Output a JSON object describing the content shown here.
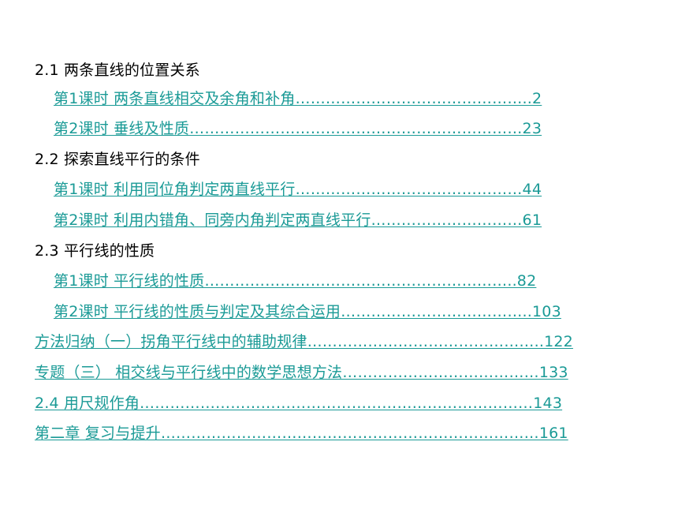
{
  "toc": {
    "lines": [
      {
        "text": "2.1   两条直线的位置关系",
        "type": "section"
      },
      {
        "text": "第1课时   两条直线相交及余角和补角………………………………………..2",
        "type": "entry"
      },
      {
        "text": "第2课时   垂线及性质…………………………………………………………23",
        "type": "entry"
      },
      {
        "text": "2.2   探索直线平行的条件",
        "type": "section"
      },
      {
        "text": "第1课时   利用同位角判定两直线平行………………………………………44",
        "type": "entry"
      },
      {
        "text": "第2课时   利用内错角、同旁内角判定两直线平行…………………………61",
        "type": "entry"
      },
      {
        "text": "2.3   平行线的性质",
        "type": "section"
      },
      {
        "text": "第1课时   平行线的性质……………………………………………………..82",
        "type": "entry"
      },
      {
        "text": "第2课时   平行线的性质与判定及其综合运用………………………………..103",
        "type": "entry"
      },
      {
        "text": "方法归纳（一）拐角平行线中的辅助规律………………………………………..122",
        "type": "entry"
      },
      {
        "text": "专题（三） 相交线与平行线中的数学思想方法…………………………………133",
        "type": "entry"
      },
      {
        "text": "2.4   用尺规作角……………………………………………………………………143",
        "type": "entry"
      },
      {
        "text": "第二章   复习与提升…………………………………………………………………161",
        "type": "entry"
      }
    ]
  },
  "colors": {
    "link": "#1a9a96",
    "text": "#000000",
    "background": "#ffffff"
  }
}
